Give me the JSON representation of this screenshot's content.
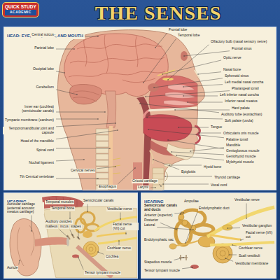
{
  "diagram": {
    "title": "THE SENSES",
    "nodes": [
      {
        "text": [
          "QUICK STUDY",
          "ACADEMIC"
        ]
      },
      {
        "text": [
          "HEAD: EYE, EAR, NOSE, AND MOUTH"
        ]
      },
      {
        "text": [
          "HEARING"
        ]
      },
      {
        "text": [
          "HEARING"
        ]
      }
    ],
    "labels": [
      "Central sulcus",
      "Parietal lobe",
      "Occipital lobe",
      "Cerebellum",
      "Inner ear (cochlea) (semicircular canals)",
      "Tympanic membrane (eardrum)",
      "Temporomandibular joint and capsule",
      "Head of the mandible",
      "Spinal cord",
      "Nuchal ligament",
      "7th Cervical vertebrae",
      "Cervical nerves",
      "Esophagus",
      "Larynx",
      "Cricoid cartilage",
      "Frontal lobe",
      "Temporal lobe",
      "Olfactory bulb (nasal sensory nerve)",
      "Frontal sinus",
      "Optic nerve",
      "Nasal bone",
      "Sphenoid sinus",
      "Left medial nasal concha",
      "Pharangeal tonsil",
      "Left inferior nasal concha",
      "Inferior nasal meatus",
      "Hard palate",
      "Auditory tube (eustachian)",
      "Soft palate (uvula)",
      "Tongue",
      "Orbicularis oris muscle",
      "Palatine tonsil",
      "Mandible",
      "Genioglossus muscle",
      "Geniohyoid muscle",
      "Mylohyoid muscle",
      "Hyoid bone",
      "Epiglottis",
      "Thyroid cartilage",
      "Vocal cord",
      "Auricular cartilage (external acoustic meatus cartilage)",
      "Temporal muscles",
      "Temporal bone",
      "Semicircular canals",
      "Auditory ossicles",
      "malleus",
      "incus",
      "stapes",
      "Vestibular nerve",
      "Cochlear nerve",
      "Facial nerve (VII) cut",
      "Cochlea",
      "Auricle",
      "Tensor tympani muscle",
      "Ampullae",
      "Vestibular nerve",
      "Endolymphatic duct",
      "Semicircular canals and ducts",
      "Anterior (superior)",
      "Posterior",
      "Lateral",
      "Endolymphatic sac",
      "Vestibular ganglion",
      "Facial nerve (VII) cut",
      "Cochlear nerve",
      "Scali vestibuli",
      "Vestibular membrane",
      "Stapedius muscle",
      "Tensor tympani muscle"
    ]
  }
}
